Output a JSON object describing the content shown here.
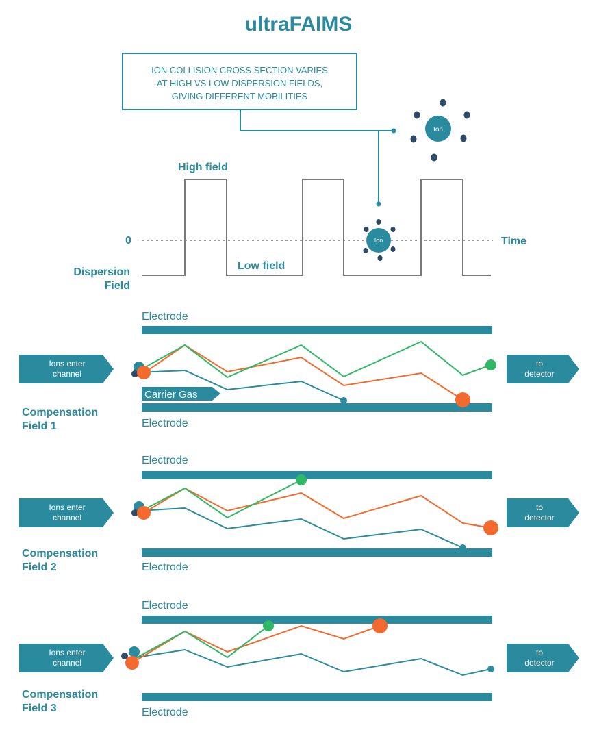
{
  "title": "ultraFAIMS",
  "callout": {
    "lines": [
      "ION COLLISION CROSS SECTION VARIES",
      "AT HIGH VS LOW DISPERSION FIELDS,",
      "GIVING DIFFERENT MOBILITIES"
    ]
  },
  "ion_label": "Ion",
  "waveform": {
    "high_field_label": "High field",
    "low_field_label": "Low field",
    "zero_label": "0",
    "time_label": "Time",
    "axis_label_line1": "Dispersion",
    "axis_label_line2": "Field"
  },
  "channel": {
    "electrode_label": "Electrode",
    "carrier_gas_label": "Carrier Gas",
    "enter_line1": "Ions enter",
    "enter_line2": "channel",
    "detector_line1": "to",
    "detector_line2": "detector"
  },
  "panels": [
    {
      "label_line1": "Compensation",
      "label_line2": "Field 1"
    },
    {
      "label_line1": "Compensation",
      "label_line2": "Field 2"
    },
    {
      "label_line1": "Compensation",
      "label_line2": "Field 3"
    }
  ],
  "colors": {
    "teal": "#2a8a9e",
    "dark_navy": "#2f4a66",
    "orange": "#f26a2e",
    "green": "#2fb865",
    "gray": "#7a7a7a"
  }
}
